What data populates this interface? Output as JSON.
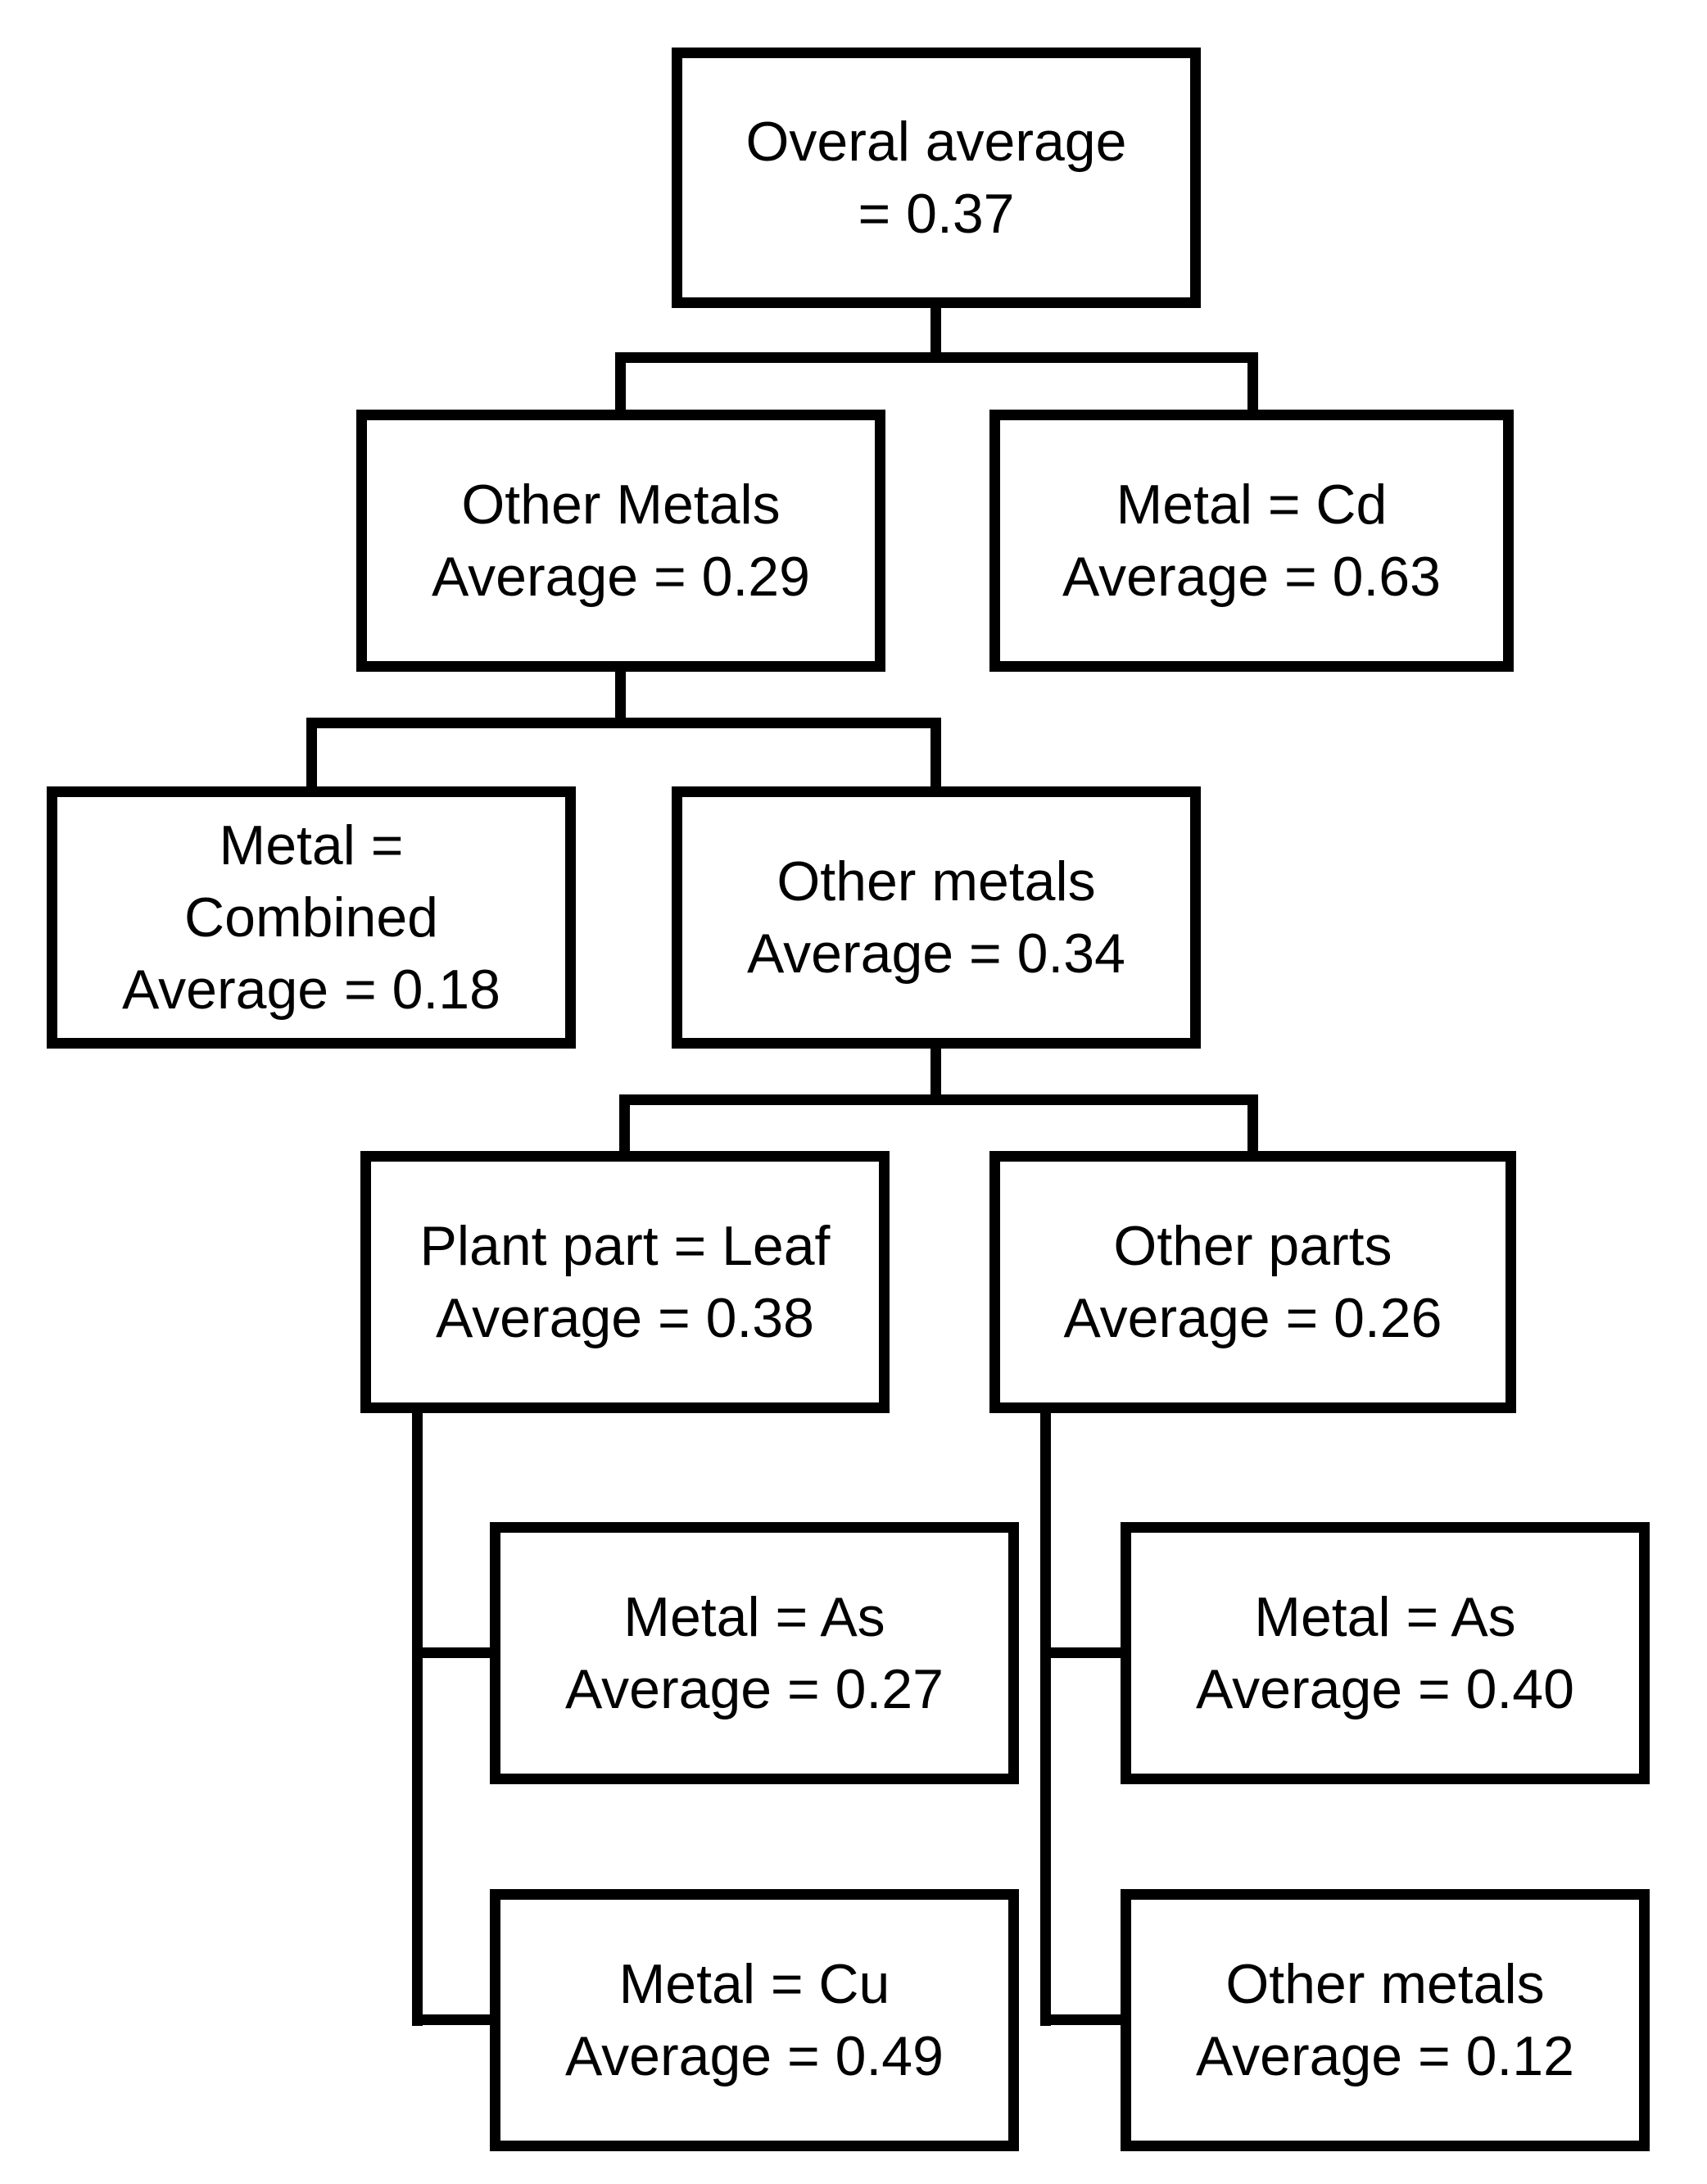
{
  "diagram": {
    "type": "decision-tree",
    "colors": {
      "box_border": "#000000",
      "box_fill": "#ffffff",
      "text": "#000000",
      "background": "#ffffff"
    },
    "nodes": [
      {
        "id": "overall-average",
        "text": "Overal average\n= 0.37",
        "label": "Overal average",
        "average": 0.37,
        "parent": null
      },
      {
        "id": "other-metals",
        "text": "Other Metals\nAverage = 0.29",
        "label": "Other Metals",
        "average": 0.29,
        "parent": "overall-average"
      },
      {
        "id": "metal-cd",
        "text": "Metal = Cd\nAverage = 0.63",
        "label": "Metal = Cd",
        "average": 0.63,
        "parent": "overall-average"
      },
      {
        "id": "metal-combined",
        "text": "Metal =\nCombined\nAverage = 0.18",
        "label": "Metal = Combined",
        "average": 0.18,
        "parent": "other-metals"
      },
      {
        "id": "other-metals-2",
        "text": "Other metals\nAverage = 0.34",
        "label": "Other metals",
        "average": 0.34,
        "parent": "other-metals"
      },
      {
        "id": "plant-part-leaf",
        "text": "Plant part = Leaf\nAverage = 0.38",
        "label": "Plant part = Leaf",
        "average": 0.38,
        "parent": "other-metals-2"
      },
      {
        "id": "other-parts",
        "text": "Other parts\nAverage = 0.26",
        "label": "Other parts",
        "average": 0.26,
        "parent": "other-metals-2"
      },
      {
        "id": "leaf-metal-as",
        "text": "Metal = As\nAverage = 0.27",
        "label": "Metal = As",
        "average": 0.27,
        "parent": "plant-part-leaf"
      },
      {
        "id": "leaf-metal-cu",
        "text": "Metal = Cu\nAverage = 0.49",
        "label": "Metal = Cu",
        "average": 0.49,
        "parent": "plant-part-leaf"
      },
      {
        "id": "otherparts-metal-as",
        "text": "Metal = As\nAverage = 0.40",
        "label": "Metal = As",
        "average": 0.4,
        "parent": "other-parts"
      },
      {
        "id": "otherparts-other-metals",
        "text": "Other metals\nAverage = 0.12",
        "label": "Other metals",
        "average": 0.12,
        "parent": "other-parts"
      }
    ]
  }
}
